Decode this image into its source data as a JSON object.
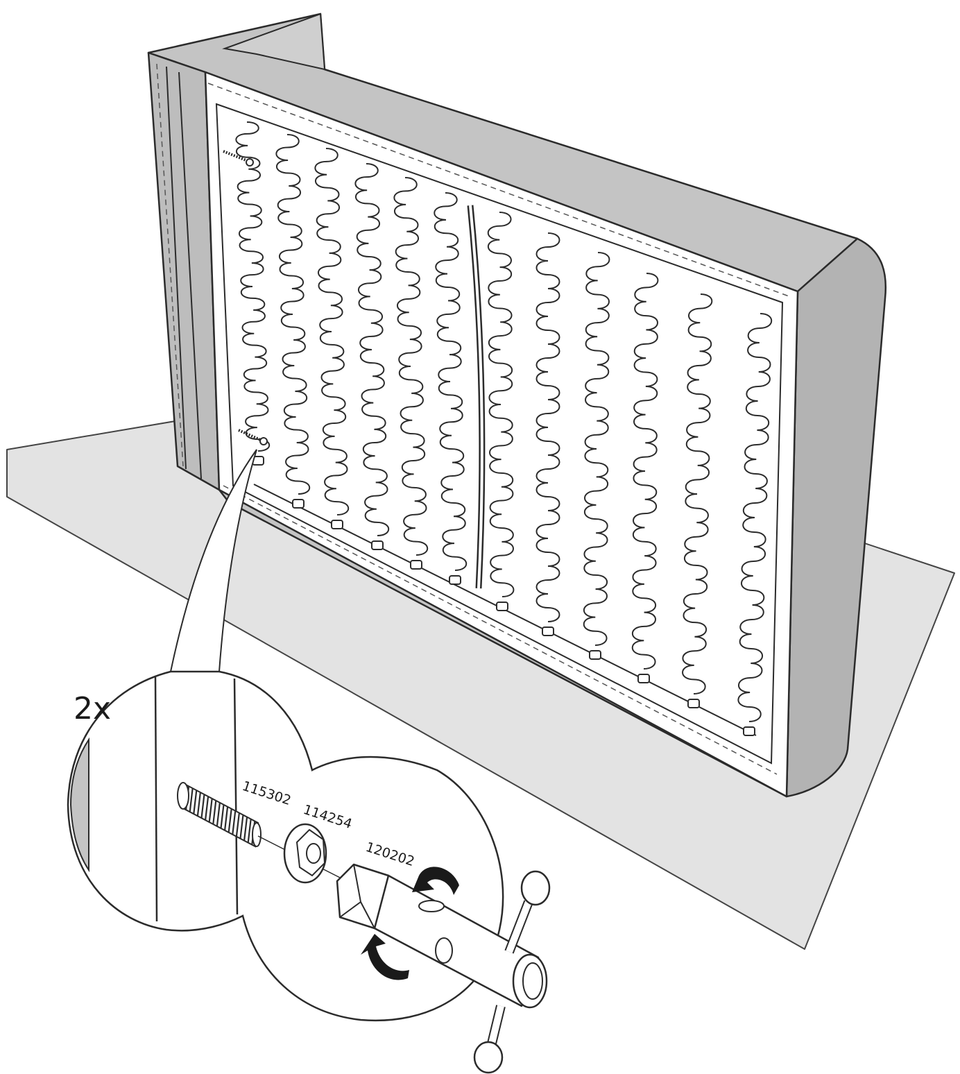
{
  "quantity": "2x",
  "parts": [
    {
      "number": "115302",
      "item": "bolt"
    },
    {
      "number": "114254",
      "item": "flange-nut"
    },
    {
      "number": "120202",
      "item": "socket-wrench"
    }
  ],
  "colors": {
    "floor": "#e3e3e3",
    "upholstery": "#c4c4c4",
    "upholstery_dark": "#a8a8a8",
    "frame": "#ffffff",
    "line": "#2b2b2b"
  }
}
